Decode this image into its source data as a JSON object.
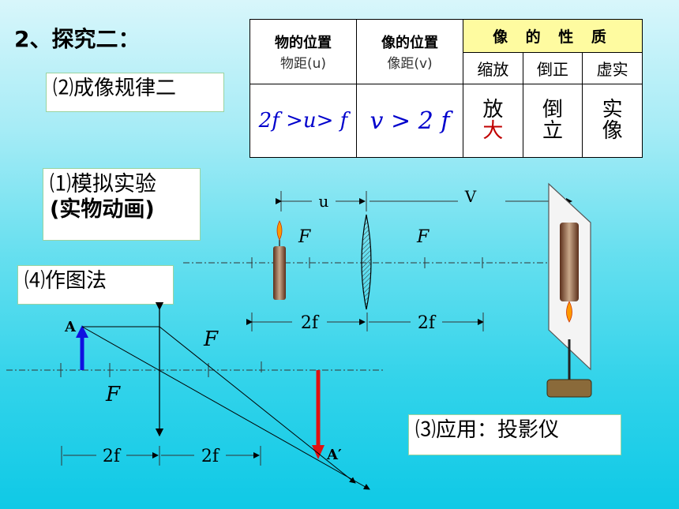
{
  "title": "2、探究二：",
  "sections": {
    "rule": "⑵成像规律二",
    "simulation_line1": "⑴模拟实验",
    "simulation_line2": "(实物动画)",
    "drawing": "⑷作图法",
    "application": "⑶应用：投影仪"
  },
  "table": {
    "col1_main": "物的位置",
    "col1_sub": "物距(u)",
    "col2_main": "像的位置",
    "col2_sub": "像距(v)",
    "nature_header": "像 的 性 质",
    "sub_headers": [
      "缩放",
      "倒正",
      "虚实"
    ],
    "row_object": "2f >u> f",
    "row_image": "v > 2 f",
    "scale_top": "放",
    "scale_bottom": "大",
    "orientation_top": "倒",
    "orientation_bottom": "立",
    "reality_top": "实",
    "reality_bottom": "像"
  },
  "experiment": {
    "u_label": "u",
    "v_label": "V",
    "f_left": "F",
    "f_right": "F",
    "twof_left": "2f",
    "twof_right": "2f"
  },
  "ray_diagram": {
    "point_a": "A",
    "point_a_prime": "A′",
    "f_upper": "F",
    "f_lower": "F",
    "twof_left": "2f",
    "twof_right": "2f"
  },
  "colors": {
    "object_arrow": "#1010e0",
    "image_arrow": "#e01010",
    "candle_flame": "#ff9900"
  }
}
